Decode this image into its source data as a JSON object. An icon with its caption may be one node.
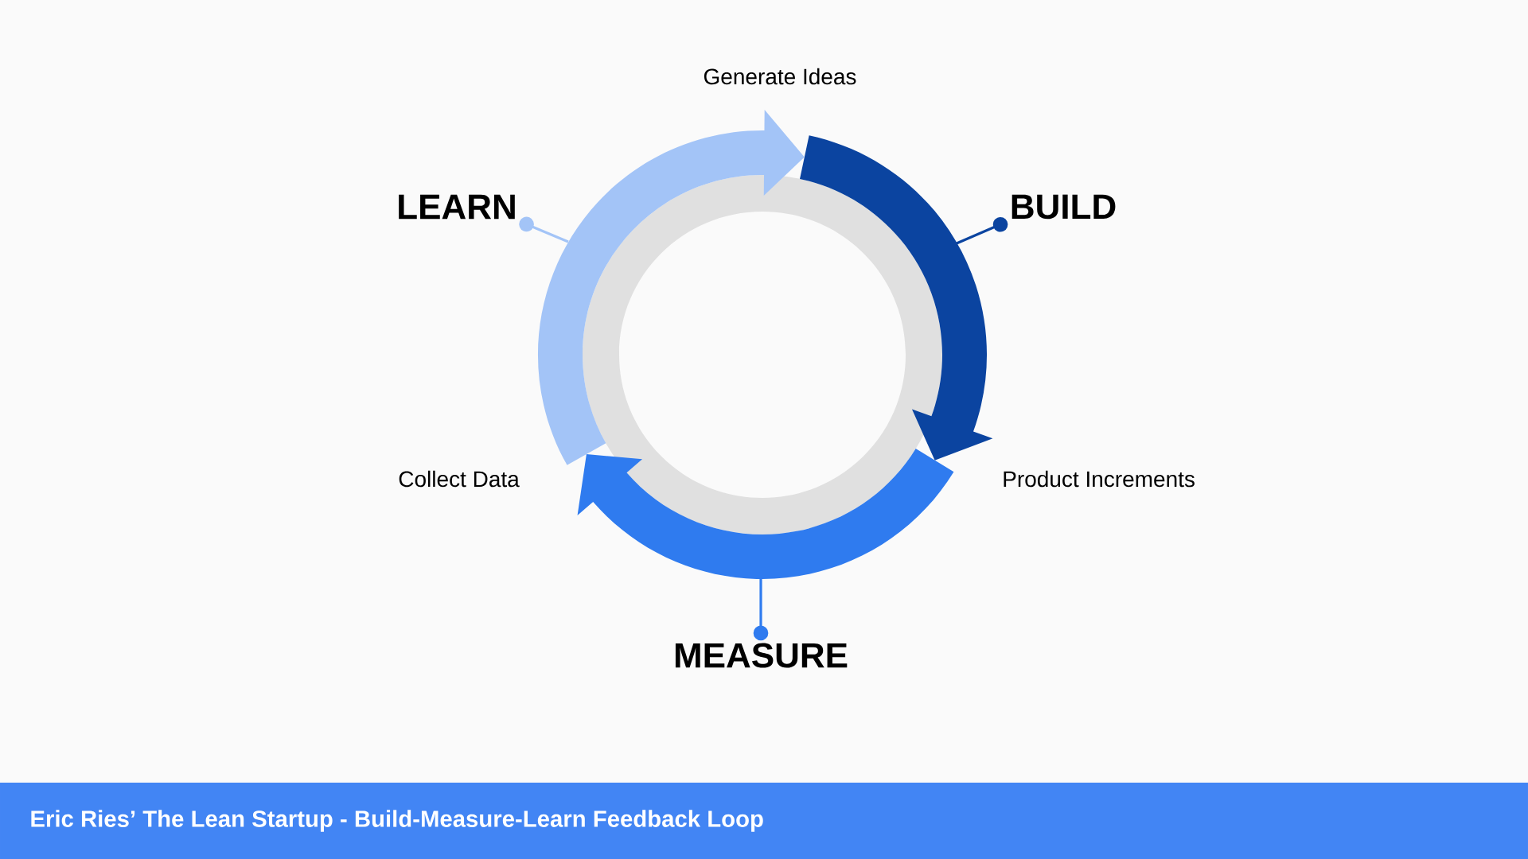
{
  "diagram": {
    "caption": "Eric Ries’ The Lean Startup - Build-Measure-Learn Feedback Loop",
    "nodes": [
      {
        "text": [
          "Generate Ideas"
        ]
      },
      {
        "text": [
          "Product Increments"
        ]
      },
      {
        "text": [
          "Collect Data"
        ]
      },
      {
        "text": [
          "BUILD"
        ]
      },
      {
        "text": [
          "MEASURE"
        ]
      },
      {
        "text": [
          "LEARN"
        ]
      }
    ],
    "edges": [
      {
        "from": 0,
        "to": 1,
        "arrow": "to",
        "style": "thick",
        "color": "#0b44a0"
      },
      {
        "from": 1,
        "to": 2,
        "arrow": "to",
        "style": "thick",
        "color": "#2f7bef"
      },
      {
        "from": 2,
        "to": 0,
        "arrow": "to",
        "style": "thick",
        "color": "#a3c4f7"
      },
      {
        "from": 3,
        "to": null,
        "arrow": "other",
        "color": "#0b44a0"
      },
      {
        "from": 4,
        "to": null,
        "arrow": "other",
        "color": "#2f7bef"
      },
      {
        "from": 5,
        "to": null,
        "arrow": "other",
        "color": "#a3c4f7"
      }
    ]
  }
}
